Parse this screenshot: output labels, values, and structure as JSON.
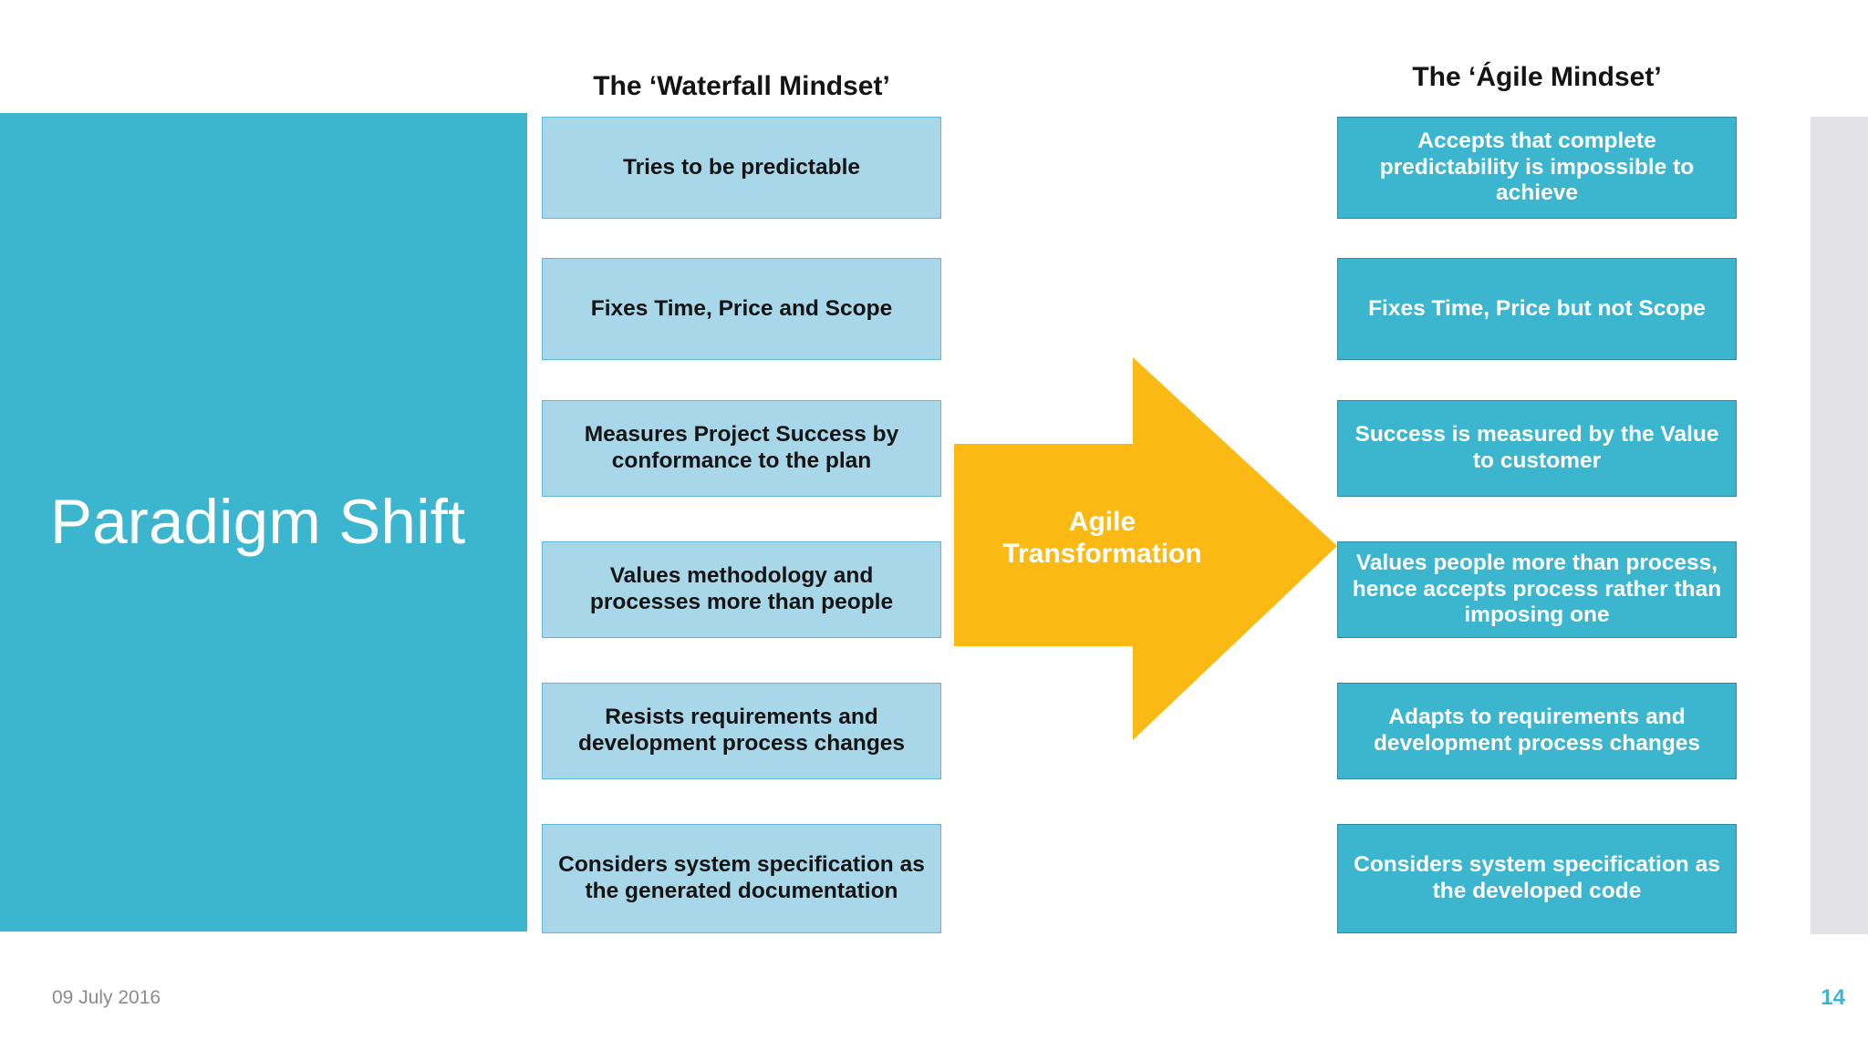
{
  "slide": {
    "left_panel_title": "Paradigm Shift",
    "accent_color": "#3CB6CE",
    "waterfall_box_color": "#A7D7E8",
    "agile_box_color": "#3CB6CE",
    "arrow_color": "#FBB913",
    "edge_bar_color": "#E3E3E5"
  },
  "columns": {
    "waterfall": {
      "heading": "The ‘Waterfall Mindset’",
      "items": [
        {
          "text": "Tries to be predictable"
        },
        {
          "text": "Fixes Time, Price and Scope"
        },
        {
          "text": "Measures Project Success by conformance to the plan"
        },
        {
          "text": "Values methodology and processes more than people"
        },
        {
          "text": "Resists requirements and development process changes"
        },
        {
          "text": "Considers system specification as the generated documentation"
        }
      ]
    },
    "agile": {
      "heading": "The ‘Ágile Mindset’",
      "items": [
        {
          "text": "Accepts that  complete predictability is impossible to achieve"
        },
        {
          "text": "Fixes Time, Price but not Scope"
        },
        {
          "text": "Success is measured by the Value to customer"
        },
        {
          "text": "Values people more than process, hence accepts process rather than imposing one"
        },
        {
          "text": "Adapts to requirements and development process changes"
        },
        {
          "text": "Considers system specification as the developed code"
        }
      ]
    }
  },
  "arrow": {
    "label_line1": "Agile",
    "label_line2": "Transformation"
  },
  "footer": {
    "date": "09 July 2016",
    "page_number": "14"
  }
}
